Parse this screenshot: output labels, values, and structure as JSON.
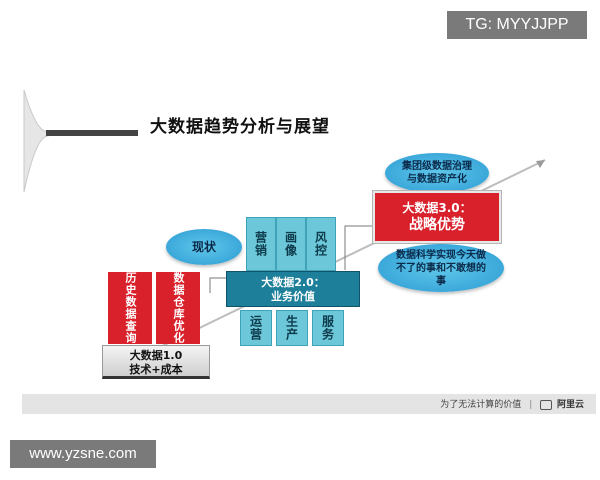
{
  "badge": "TG: MYYJJPP",
  "title": "大数据趋势分析与展望",
  "v1": {
    "label": "大数据1.0",
    "sub": "技术+成本",
    "columns": [
      "历史数据查询",
      "数据仓库优化"
    ]
  },
  "v2": {
    "label": "大数据2.0：",
    "sub": "业务价值",
    "top": [
      "营销",
      "画像",
      "风控"
    ],
    "bottom": [
      "运营",
      "生产",
      "服务"
    ],
    "current": "现状"
  },
  "v3": {
    "label": "大数据3.0：",
    "sub": "战略优势",
    "above": "集团级数据治理与数据资产化",
    "below": "数据科学实现今天做不了的事和不敢想的事"
  },
  "footer": {
    "slogan": "为了无法计算的价值",
    "logo": "阿里云"
  },
  "watermark": "www.yzsne.com",
  "colors": {
    "red": "#d9212c",
    "teal": "#6cc7d8",
    "dark_teal": "#1d7f99",
    "ellipse": "#2c9bd4"
  }
}
